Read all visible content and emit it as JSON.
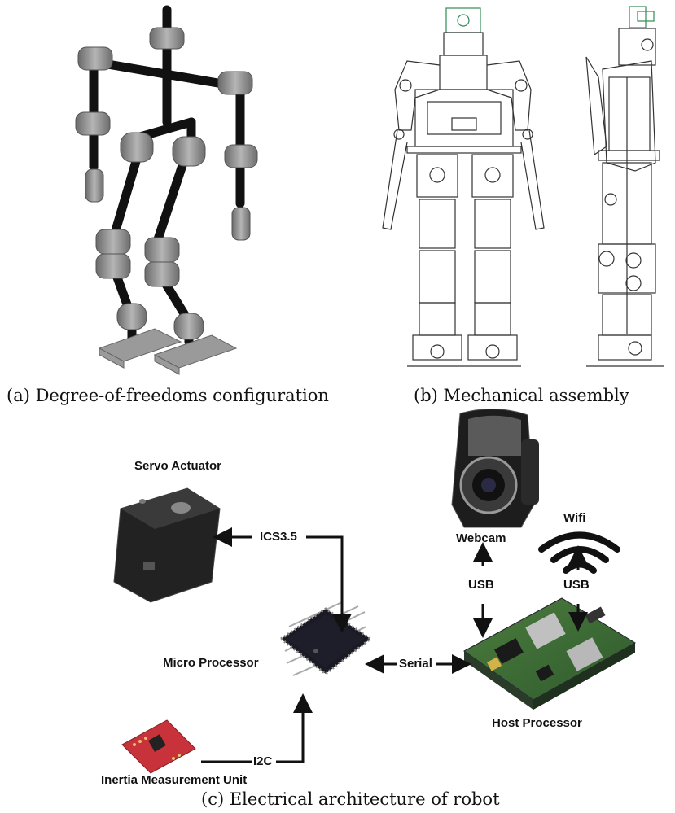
{
  "captions": {
    "a": "(a) Degree-of-freedoms configuration",
    "b": "(b) Mechanical assembly",
    "c": "(c) Electrical architecture of robot"
  },
  "components": {
    "servo": "Servo Actuator",
    "micro": "Micro Processor",
    "imu": "Inertia Measurement Unit",
    "webcam": "Webcam",
    "wifi": "Wifi",
    "host": "Host Processor"
  },
  "links": {
    "ics": "ICS3.5",
    "serial": "Serial",
    "i2c": "I2C",
    "usb_webcam": "USB",
    "usb_wifi": "USB"
  },
  "colors": {
    "rod": "#111111",
    "joint": "#8c8c8c",
    "foot": "#9a9a9a",
    "chip": "#1a1a24",
    "board": "#3d6b3a",
    "imu": "#c8323a"
  }
}
